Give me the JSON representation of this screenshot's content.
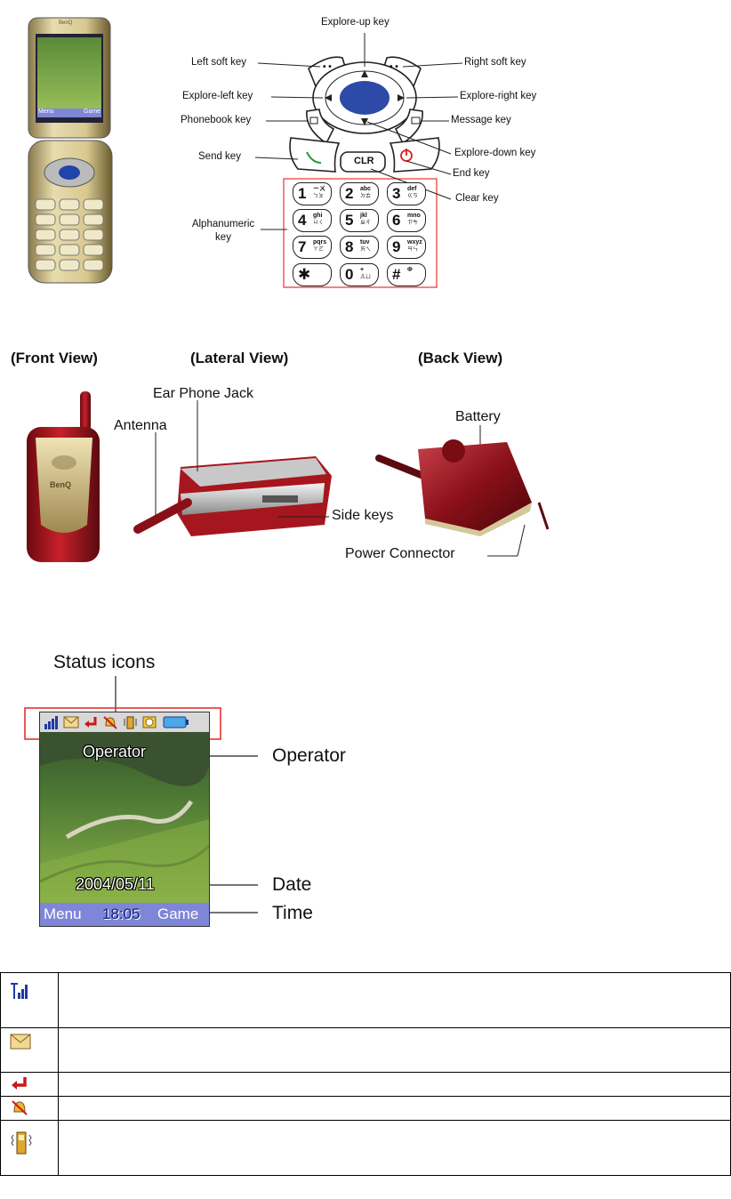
{
  "keypad": {
    "labels": {
      "up": "Explore-up key",
      "left_soft": "Left soft key",
      "right_soft": "Right soft key",
      "left": "Explore-left key",
      "right": "Explore-right key",
      "phonebook": "Phonebook key",
      "message": "Message key",
      "down": "Explore-down key",
      "send": "Send key",
      "end": "End key",
      "clear": "Clear key",
      "alpha": "Alphanumeric key"
    },
    "clr": "CLR",
    "keys": [
      {
        "n": "1",
        "s": "ㄧㄨ",
        "s2": "ㄅㄆ"
      },
      {
        "n": "2",
        "s": "abc",
        "s2": "ㄉㄊ"
      },
      {
        "n": "3",
        "s": "def",
        "s2": "ㄍㄎ"
      },
      {
        "n": "4",
        "s": "ghi",
        "s2": "ㄐㄑ"
      },
      {
        "n": "5",
        "s": "jkl",
        "s2": "ㄓㄔ"
      },
      {
        "n": "6",
        "s": "mno",
        "s2": "ㄗㄘ"
      },
      {
        "n": "7",
        "s": "pqrs",
        "s2": "ㄚㄛ"
      },
      {
        "n": "8",
        "s": "tuv",
        "s2": "ㄞㄟ"
      },
      {
        "n": "9",
        "s": "wxyz",
        "s2": "ㄢㄣ"
      },
      {
        "n": "✱",
        "s": "",
        "s2": ""
      },
      {
        "n": "0",
        "s": "+",
        "s2": "ㄦㄩ"
      },
      {
        "n": "#",
        "s": "Φ",
        "s2": ""
      }
    ]
  },
  "phone_screen_small": {
    "soft_left": "Menu",
    "soft_right": "Game",
    "brand": "BenQ"
  },
  "views": {
    "front": "(Front View)",
    "lateral": "(Lateral View)",
    "back": "(Back View)",
    "earphone": "Ear Phone Jack",
    "antenna": "Antenna",
    "side_keys": "Side keys",
    "battery": "Battery",
    "power": "Power Connector",
    "brand": "BenQ"
  },
  "screen": {
    "status_label": "Status icons",
    "operator": "Operator",
    "date": "2004/05/11",
    "soft_left": "Menu",
    "time": "18:05",
    "soft_right": "Game",
    "callout_operator": "Operator",
    "callout_date": "Date",
    "callout_time": "Time"
  },
  "legend_icons": [
    "signal-icon",
    "message-envelope-icon",
    "missed-call-icon",
    "silent-bell-icon",
    "vibrate-icon"
  ],
  "colors": {
    "screen_bar": "#7f86d8",
    "phone_red": "#a0141c",
    "highlight_box": "#e8322d"
  }
}
